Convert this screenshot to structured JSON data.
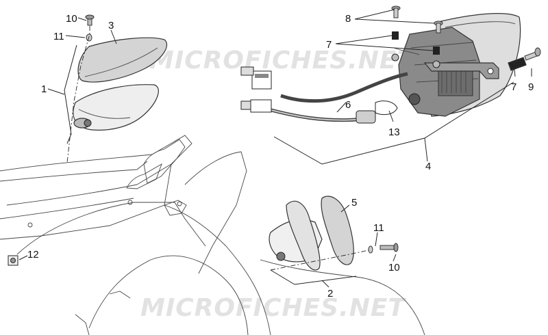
{
  "watermark": "MICROFICHES.NET",
  "callouts": [
    "1",
    "2",
    "3",
    "4",
    "5",
    "6",
    "7",
    "7",
    "8",
    "9",
    "10",
    "10",
    "11",
    "11",
    "12",
    "13"
  ],
  "colors": {
    "line": "#222222",
    "part_fill": "#d9d9d9",
    "dark_fill": "#555555",
    "watermark": "#e2e2e2"
  }
}
